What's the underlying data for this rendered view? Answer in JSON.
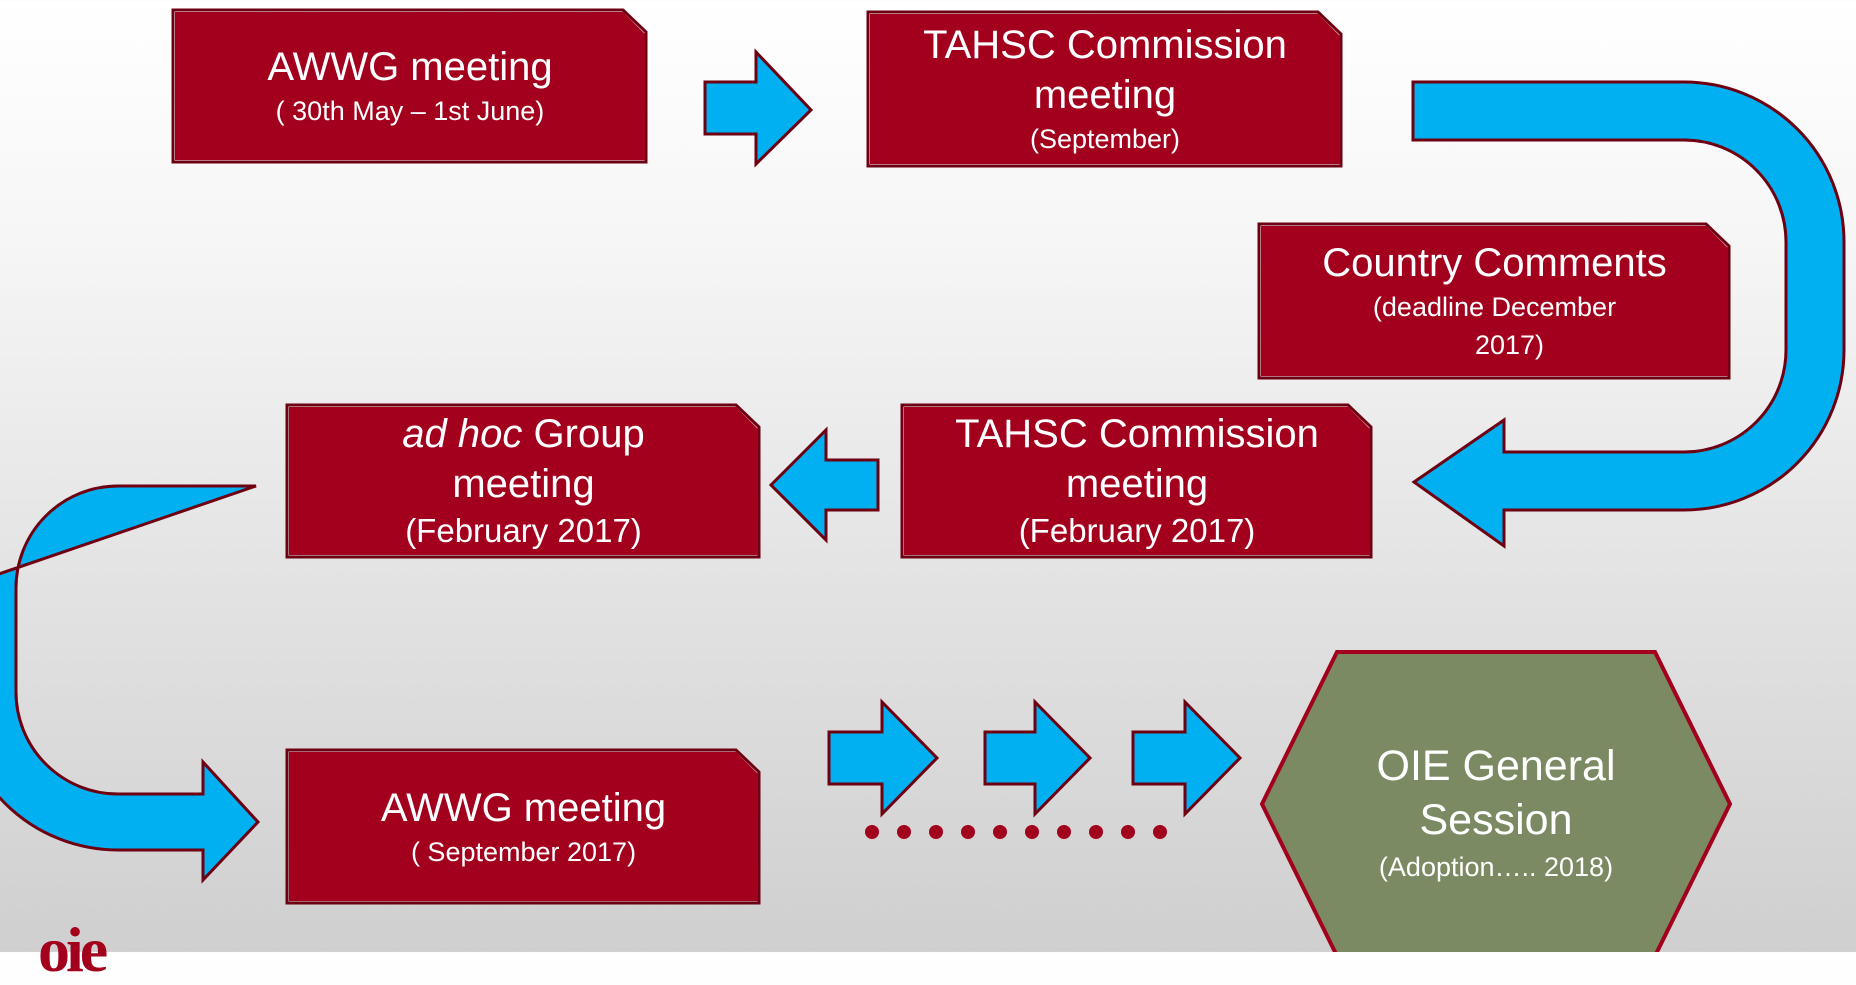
{
  "boxes": {
    "awwg_1": {
      "title": "AWWG meeting",
      "detail": "( 30th May – 1st June)"
    },
    "tahsc_1": {
      "title_a": "TAHSC Commission",
      "title_b": "meeting",
      "detail": "(September)"
    },
    "country_comments": {
      "title": "Country Comments",
      "detail_a": "(deadline December",
      "detail_b": "2017)"
    },
    "adhoc": {
      "title_italic": "ad hoc",
      "title_rest": " Group",
      "title_b": "meeting",
      "detail": "(February 2017)"
    },
    "tahsc_2": {
      "title_a": "TAHSC Commission",
      "title_b": "meeting",
      "detail": "(February 2017)"
    },
    "awwg_2": {
      "title": "AWWG meeting",
      "detail": "( September 2017)"
    },
    "general_session": {
      "title_a": "OIE General",
      "title_b": "Session",
      "detail": "(Adoption….. 2018)"
    }
  },
  "logo": {
    "text": "oie"
  },
  "colors": {
    "box_fill": "#a2001d",
    "box_border": "#6e0012",
    "arrow_fill": "#00b0f0",
    "hex_fill": "#7b8a62"
  },
  "icons": {
    "flow_arrow": "right-arrow-icon",
    "u_turn": "u-turn-arrow-icon"
  }
}
